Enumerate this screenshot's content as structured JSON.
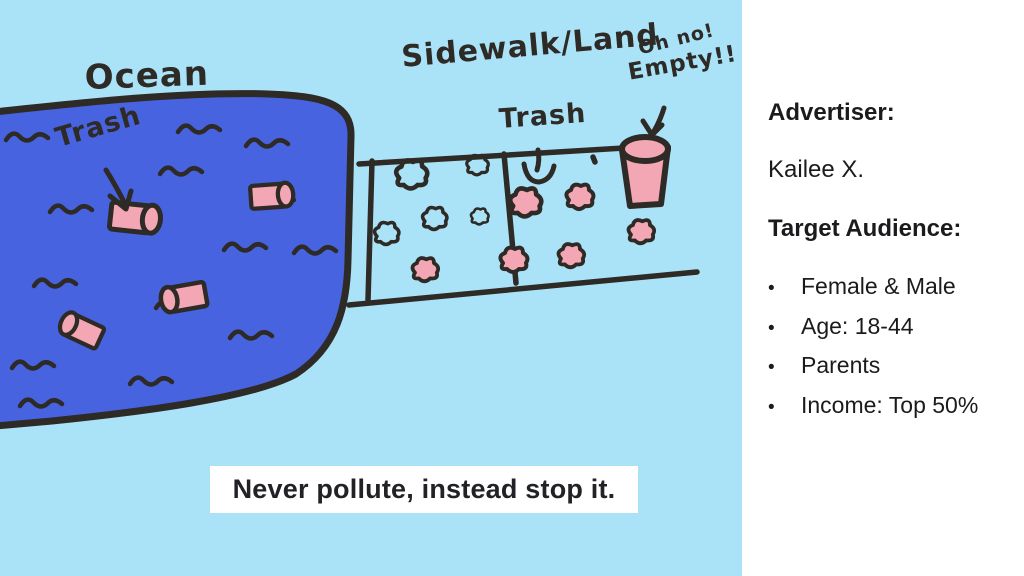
{
  "colors": {
    "background_light_blue": "#aae2f8",
    "ocean_blue": "#4763e0",
    "trash_pink": "#f3a6b4",
    "marker_ink": "#2e2a25",
    "panel_background": "#ffffff",
    "panel_text": "#1b1b1d"
  },
  "drawing": {
    "ocean_label": "Ocean",
    "ocean_trash_label": "Trash",
    "sidewalk_label": "Sidewalk/Land",
    "sidewalk_trash_label": "Trash",
    "empty_line1": "Oh no!",
    "empty_line2": "Empty!!"
  },
  "caption": "Never pollute, instead stop it.",
  "panel": {
    "advertiser_heading": "Advertiser:",
    "advertiser_name": "Kailee X.",
    "audience_heading": "Target Audience:",
    "bullet_glyph": "•",
    "audience_items": [
      "Female & Male",
      "Age: 18-44",
      "Parents",
      "Income: Top 50%"
    ]
  }
}
